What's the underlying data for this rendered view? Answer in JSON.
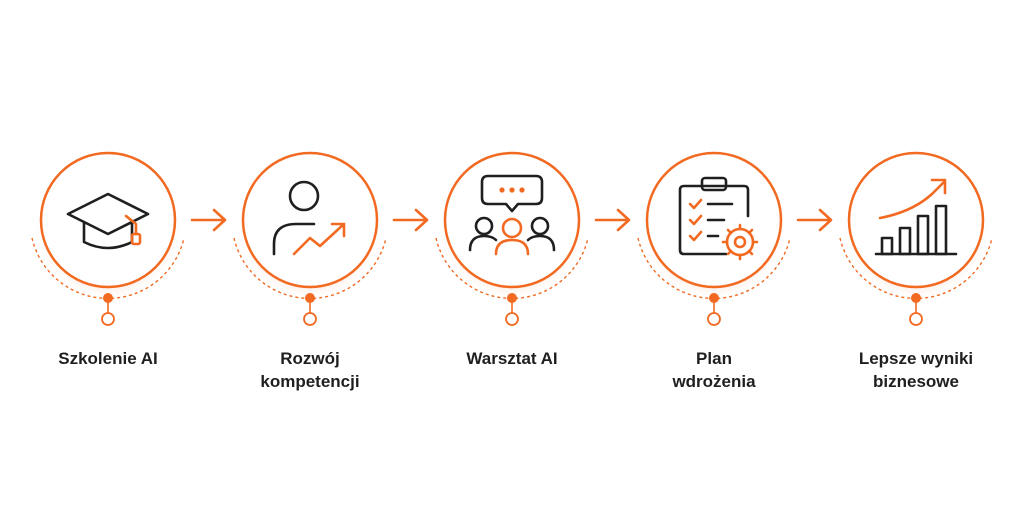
{
  "colors": {
    "accent": "#f26a21",
    "accent_light": "#fbd9c6",
    "icon_dark": "#1f1f1f",
    "text": "#1f1f1f",
    "background": "#ffffff"
  },
  "steps": [
    {
      "label": "Szkolenie AI",
      "icon": "graduation-cap-icon"
    },
    {
      "label": "Rozwój\nkompetencji",
      "icon": "person-growth-icon"
    },
    {
      "label": "Warsztat AI",
      "icon": "team-discussion-icon"
    },
    {
      "label": "Plan\nwdrożenia",
      "icon": "clipboard-gear-icon"
    },
    {
      "label": "Lepsze wyniki\nbiznesowe",
      "icon": "rising-bar-chart-icon"
    }
  ],
  "connectors": [
    "arrow-right-icon",
    "arrow-right-icon",
    "arrow-right-icon",
    "arrow-right-icon"
  ]
}
